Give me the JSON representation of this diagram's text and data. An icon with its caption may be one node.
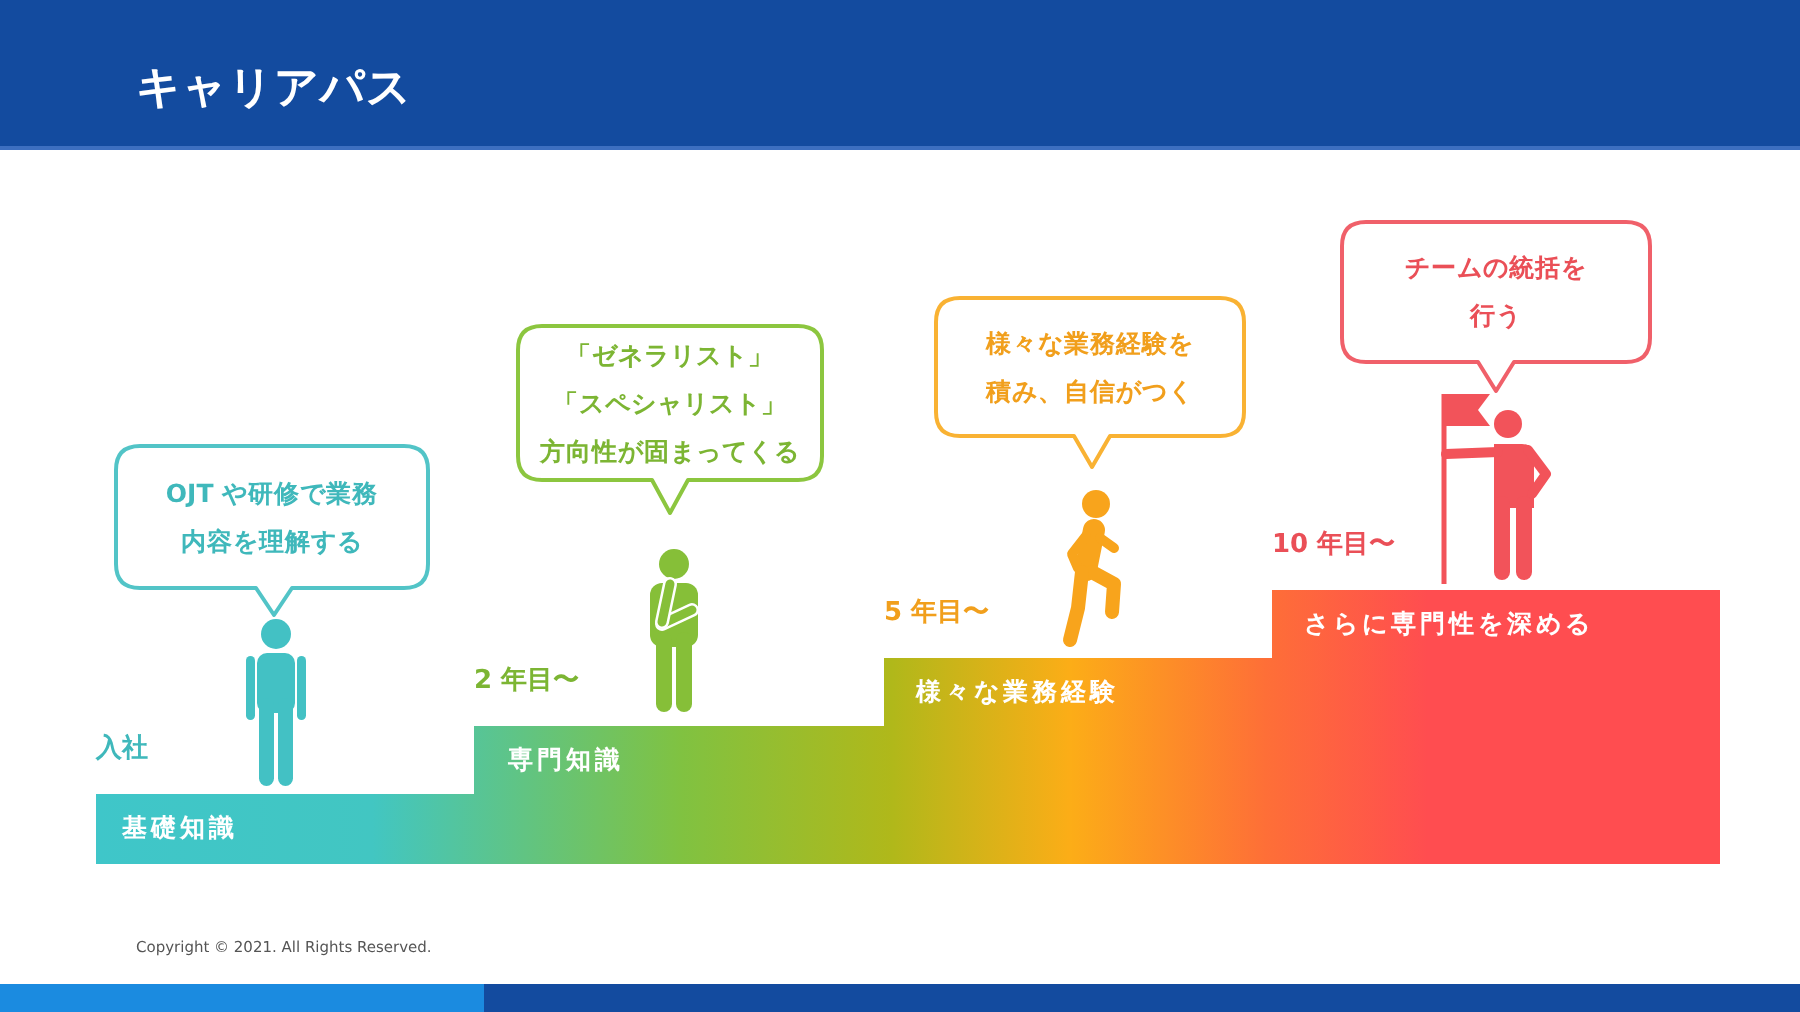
{
  "diagram": {
    "title": "キャリアパス",
    "nodes": [
      {
        "text": [
          "基礎知識"
        ],
        "beside": [
          "入社"
        ]
      },
      {
        "text": [
          "専門知識"
        ],
        "beside": [
          "2 年目〜"
        ]
      },
      {
        "text": [
          "様々な業務経験"
        ],
        "beside": [
          "5 年目〜"
        ]
      },
      {
        "text": [
          "さらに専門性を深める"
        ],
        "beside": [
          "10 年目〜"
        ]
      },
      {
        "text": [
          "OJT や研修で業務内容を理解する"
        ]
      },
      {
        "text": [
          "「ゼネラリスト」「スペシャリスト」方向性が固まってくる"
        ]
      },
      {
        "text": [
          "様々な業務経験を積み、自信がつく"
        ]
      },
      {
        "text": [
          "チームの統括を行う"
        ]
      }
    ],
    "labels": [
      "Copyright © 2021. All Rights Reserved."
    ]
  }
}
